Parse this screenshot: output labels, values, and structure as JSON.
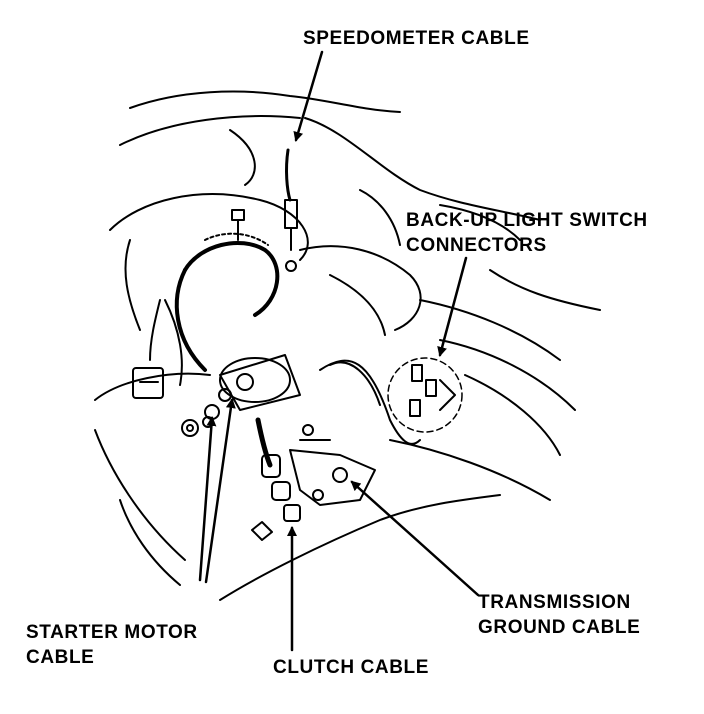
{
  "labels": {
    "speedometer_cable": "SPEEDOMETER CABLE",
    "backup_light_line1": "BACK-UP LIGHT SWITCH",
    "backup_light_line2": "CONNECTORS",
    "transmission_ground_line1": "TRANSMISSION",
    "transmission_ground_line2": "GROUND CABLE",
    "starter_motor_line1": "STARTER MOTOR",
    "starter_motor_line2": "CABLE",
    "clutch_cable": "CLUTCH CABLE"
  }
}
